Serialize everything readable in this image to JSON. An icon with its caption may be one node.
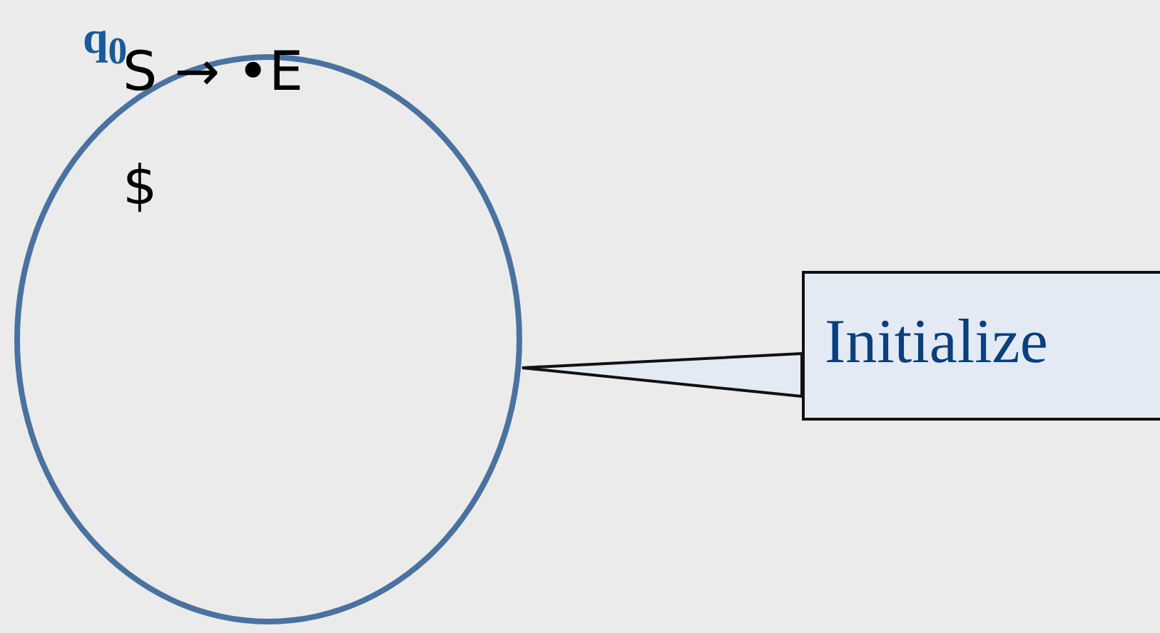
{
  "diagram": {
    "nodes": [
      {
        "text": [
          "q$_{0}$",
          "S → •E",
          "$"
        ]
      },
      {
        "text": [
          "Initialize"
        ]
      }
    ],
    "edges": [
      {
        "from": 1,
        "to": 0,
        "arrow": "none"
      }
    ]
  }
}
